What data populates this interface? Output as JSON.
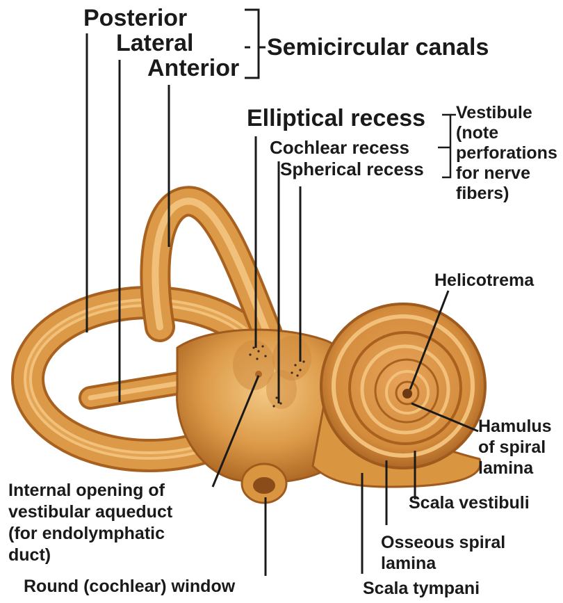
{
  "labels": {
    "posterior": "Posterior",
    "lateral": "Lateral",
    "anterior": "Anterior",
    "semicircular_canals": "Semicircular canals",
    "elliptical_recess": "Elliptical recess",
    "cochlear_recess": "Cochlear recess",
    "spherical_recess": "Spherical recess",
    "vestibule": [
      "Vestibule",
      "(note",
      "perforations",
      "for nerve",
      "fibers)"
    ],
    "helicotrema": "Helicotrema",
    "hamulus": [
      "Hamulus",
      "of spiral",
      "lamina"
    ],
    "scala_vestibuli": "Scala vestibuli",
    "osseous_spiral_lamina": [
      "Osseous spiral",
      "lamina"
    ],
    "scala_tympani": "Scala tympani",
    "internal_opening": [
      "Internal opening of",
      "vestibular aqueduct",
      "(for endolymphatic",
      "duct)"
    ],
    "round_window": "Round (cochlear) window"
  },
  "colors": {
    "bone_light": "#f1c07a",
    "bone_mid": "#d9953f",
    "bone_dark": "#a9611f",
    "leader": "#1a1a1a"
  }
}
